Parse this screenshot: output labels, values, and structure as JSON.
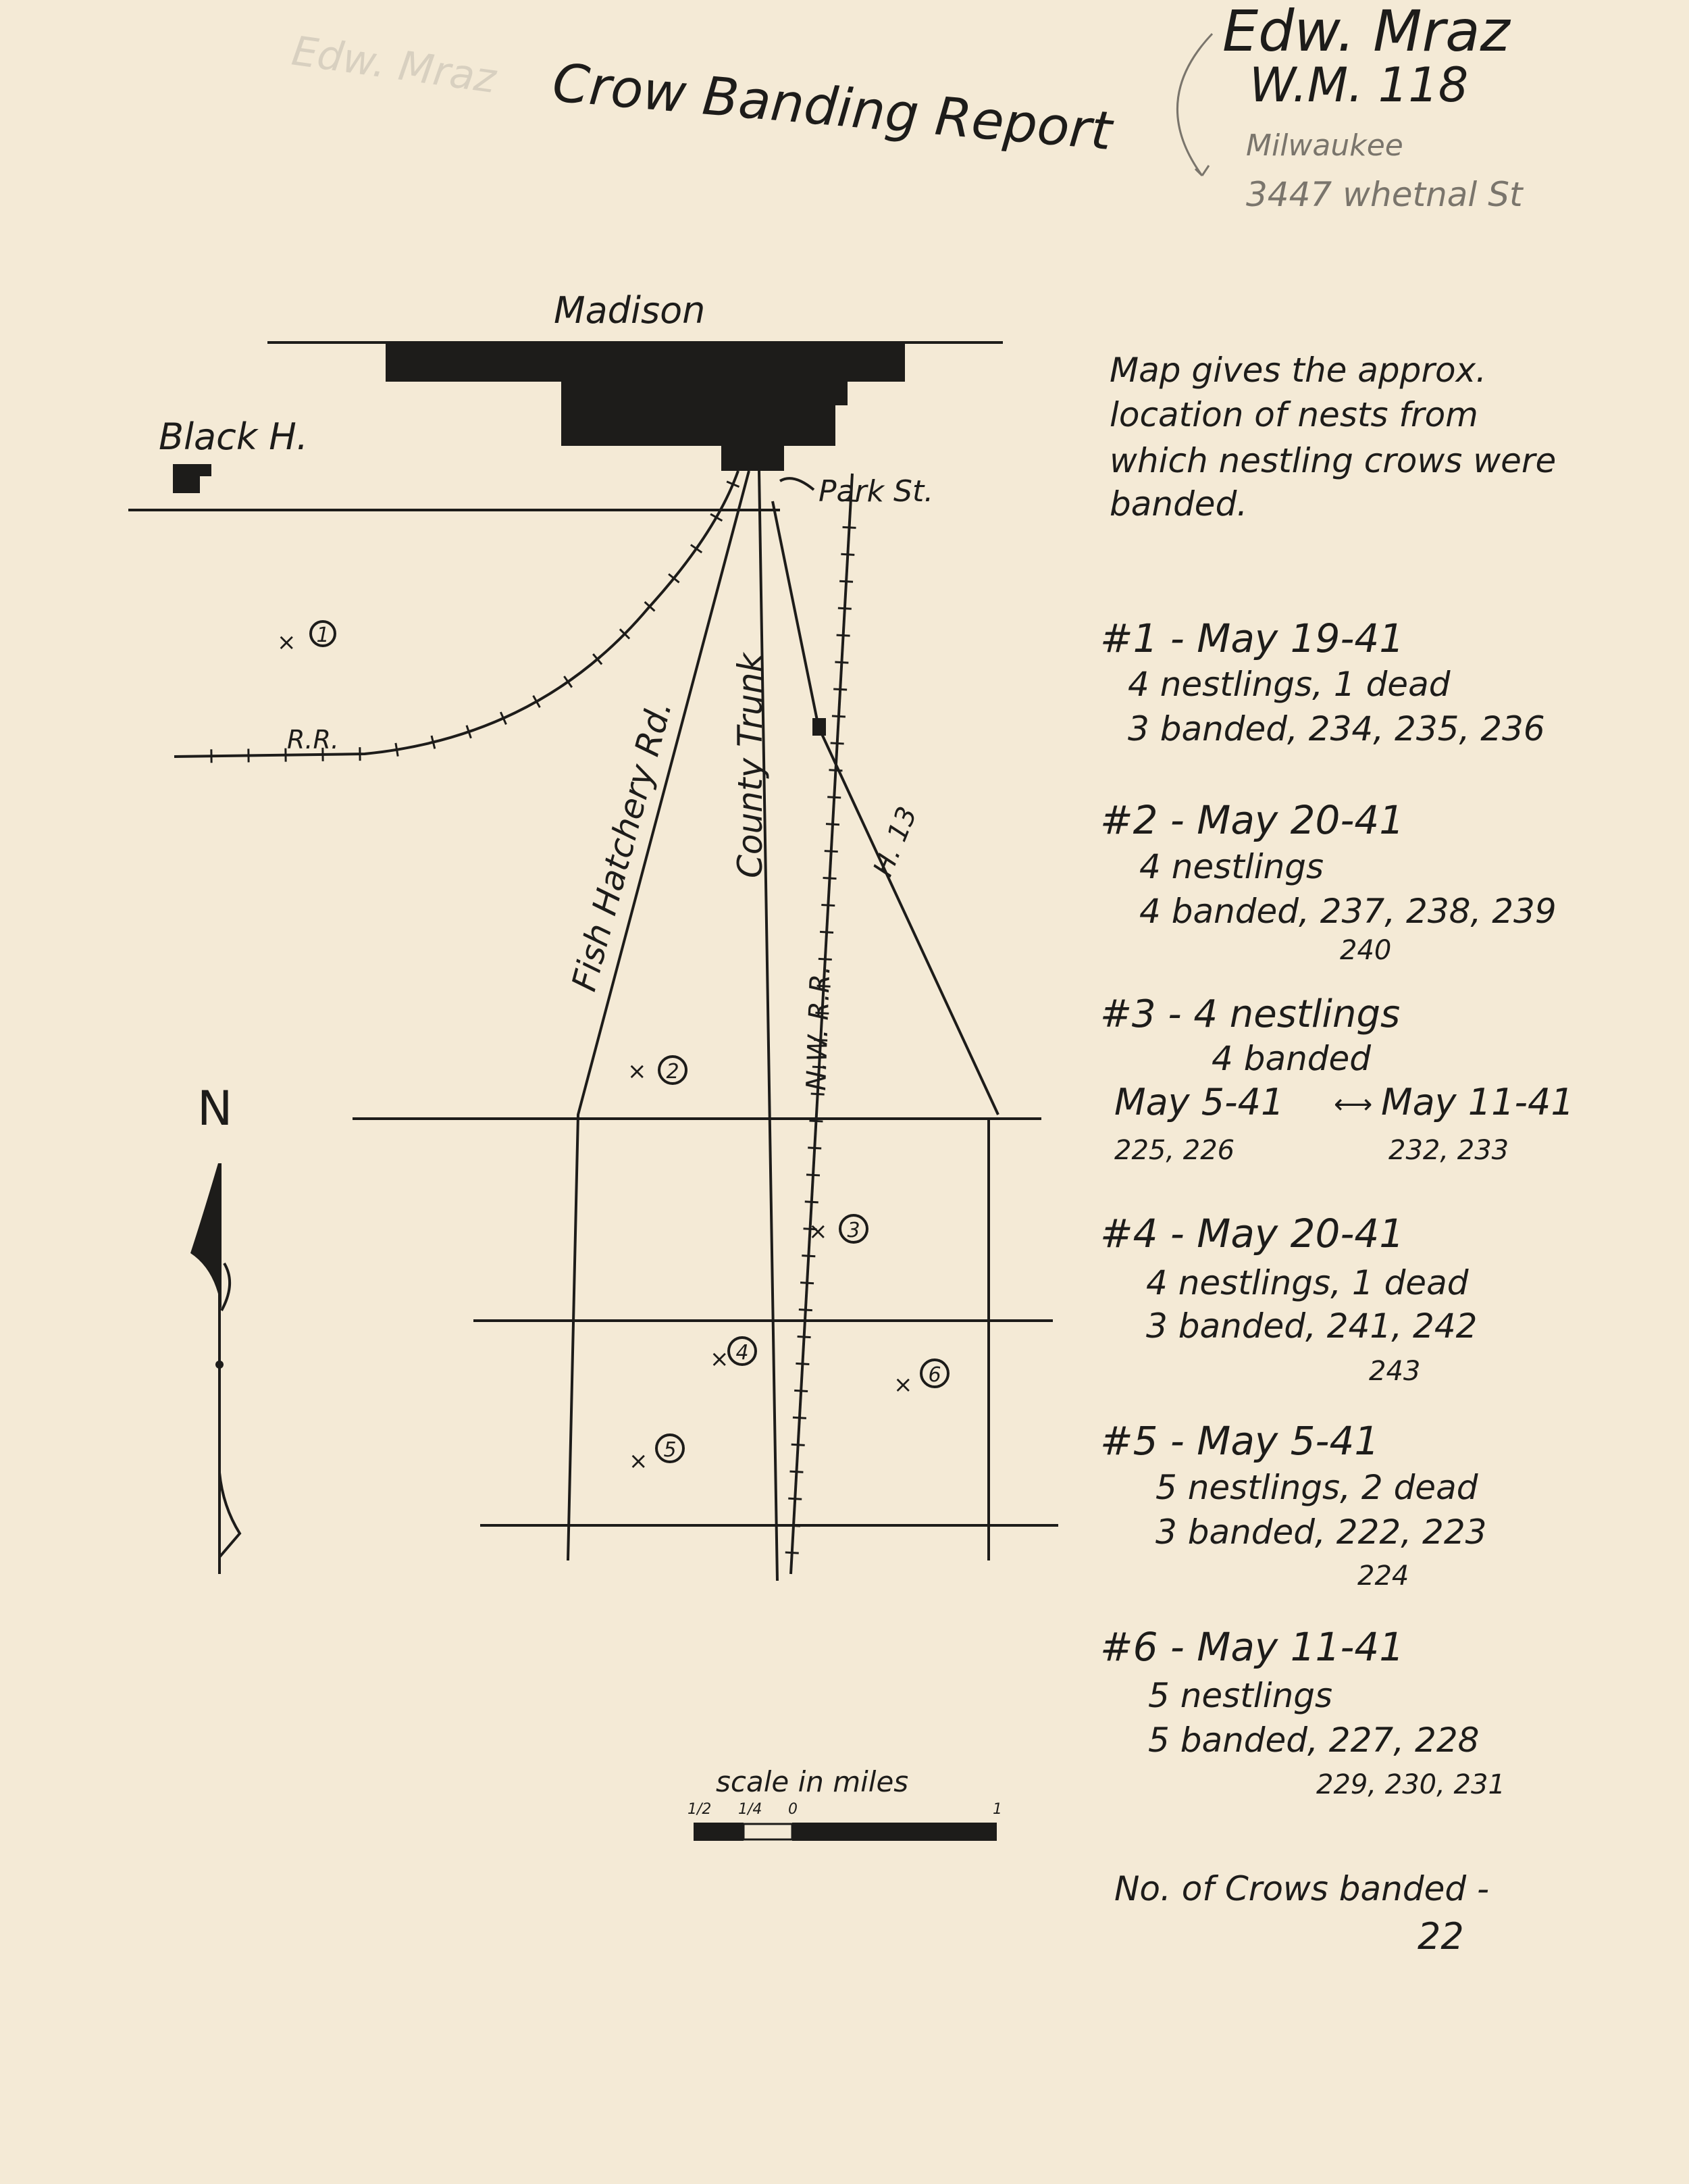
{
  "header": {
    "title": "Crow Banding Report",
    "faint_pencil_note": "Edw. Mraz",
    "author": "Edw. Mraz",
    "author_id": "W.M. 118",
    "city": "Milwaukee",
    "address": "3447 whetnal St"
  },
  "map": {
    "city_label": "Madison",
    "town_label": "Black H.",
    "park_st_label": "Park St.",
    "railroad_label": "R.R.",
    "roads": {
      "fish_hatchery": "Fish Hatchery Rd.",
      "county_trunk": "County Trunk",
      "nw_rr": "N.W. R.R.",
      "highway": "H. 13"
    },
    "nests": [
      "1",
      "2",
      "3",
      "4",
      "5",
      "6"
    ],
    "north_label": "N",
    "scale": {
      "title": "scale in miles",
      "ticks": [
        "1/2",
        "1/4",
        "0",
        "1"
      ]
    }
  },
  "notes": {
    "intro": [
      "Map gives the approx.",
      "location of nests from",
      "which nestling crows were",
      "banded."
    ],
    "entries": [
      {
        "head": "#1 - May 19-41",
        "lines": [
          "4 nestlings, 1 dead",
          "3 banded, 234, 235, 236"
        ]
      },
      {
        "head": "#2 - May 20-41",
        "lines": [
          "4 nestlings",
          "4 banded, 237, 238, 239",
          "240"
        ]
      },
      {
        "head": "#3 - 4 nestlings",
        "lines": [
          "4 banded",
          "May 5-41",
          "May 11-41",
          "225, 226",
          "232, 233"
        ]
      },
      {
        "head": "#4 - May 20-41",
        "lines": [
          "4 nestlings, 1 dead",
          "3 banded, 241, 242",
          "243"
        ]
      },
      {
        "head": "#5 - May 5-41",
        "lines": [
          "5 nestlings, 2 dead",
          "3 banded, 222, 223",
          "224"
        ]
      },
      {
        "head": "#6 - May 11-41",
        "lines": [
          "5 nestlings",
          "5 banded, 227, 228",
          "229, 230, 231"
        ]
      }
    ],
    "total_label": "No. of Crows banded -",
    "total": "22"
  }
}
